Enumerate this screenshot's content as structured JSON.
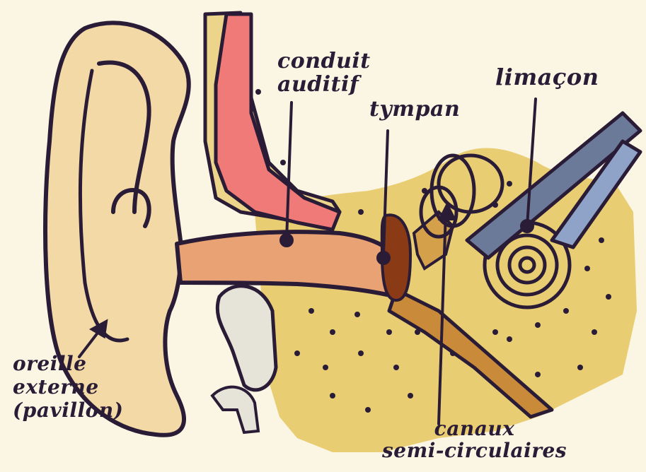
{
  "labels": {
    "conduit_line1": "conduit",
    "conduit_line2": "auditif",
    "tympan": "tympan",
    "limacon": "limaçon",
    "oreille_line1": "oreille",
    "oreille_line2": "externe",
    "oreille_line3": "(pavillon)",
    "canaux_line1": "canaux",
    "canaux_line2": "semi-circulaires"
  },
  "colors": {
    "paper": "#fbf6e3",
    "ink": "#2a1c36",
    "skin": "#f2d9a6",
    "bone": "#e9cd72",
    "canal": "#e8a274",
    "canal_wall": "#f07a78",
    "tympan": "#8a3a14",
    "nerve": "#6c7a9a"
  }
}
